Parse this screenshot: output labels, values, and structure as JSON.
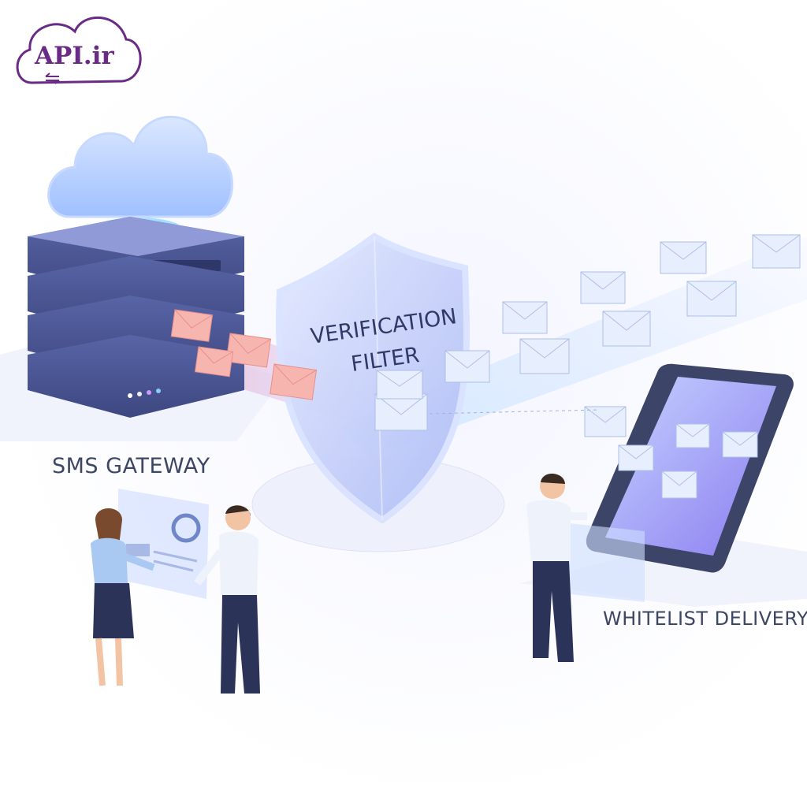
{
  "brand": {
    "logo_text": "API.ir",
    "logo_color": "#6a2b86"
  },
  "labels": {
    "sms_gateway": "SMS GATEWAY",
    "filter_line1": "VERIFICATION",
    "filter_line2": "FILTER",
    "whitelist_delivery": "WHITELIST DELIVERY"
  },
  "colors": {
    "server_body": "#4a5590",
    "server_light": "#7b86c4",
    "cloud": "#bcd4ff",
    "shield": "#c8d4ff",
    "envelope_blocked": "#f7b5b0",
    "envelope_pass": "#e7efff",
    "phone_screen": "#9a8cf0",
    "text": "#3d4663"
  },
  "icons": [
    "cloud-logo-icon",
    "server-rack-icon",
    "shield-icon",
    "envelope-icon",
    "smartphone-icon",
    "person-icon"
  ]
}
